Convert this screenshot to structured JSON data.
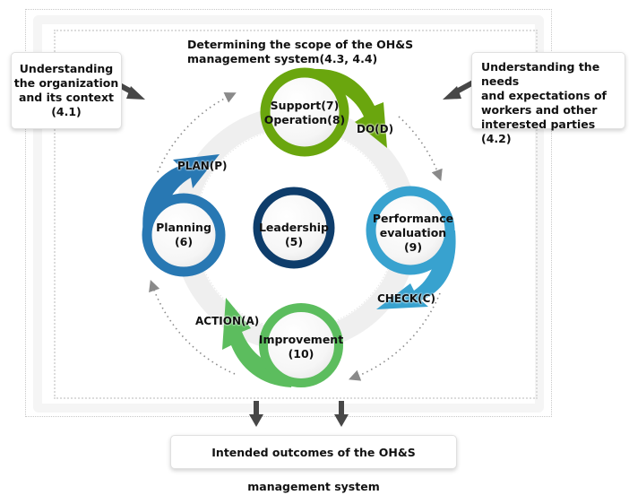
{
  "scope_text": "Determining the scope of the OH&S\nmanagement system(4.3, 4.4)",
  "callouts": {
    "left": "Understanding\nthe organization\nand its context\n(4.1)",
    "right": "Understanding the needs\nand expectations of\nworkers and other\ninterested parties (4.2)",
    "bottom": "Intended outcomes of the OH&S management system"
  },
  "circles": {
    "support": {
      "label": "Support(7)\nOperation(8)",
      "color": "#6aa60e"
    },
    "leadership": {
      "label": "Leadership\n(5)",
      "color": "#0e3d6b"
    },
    "planning": {
      "label": "Planning\n(6)",
      "color": "#2878b3"
    },
    "performance": {
      "label": "Performance\nevaluation\n(9)",
      "color": "#38a2cf"
    },
    "improvement": {
      "label": "Improvement\n(10)",
      "color": "#5cbd5e"
    }
  },
  "phases": {
    "plan": "PLAN(P)",
    "do": "DO(D)",
    "check": "CHECK(C)",
    "action": "ACTION(A)"
  },
  "colors": {
    "arrow_dark": "#474747",
    "ring_gray": "#efefef",
    "dotted": "#8a8a8a"
  }
}
